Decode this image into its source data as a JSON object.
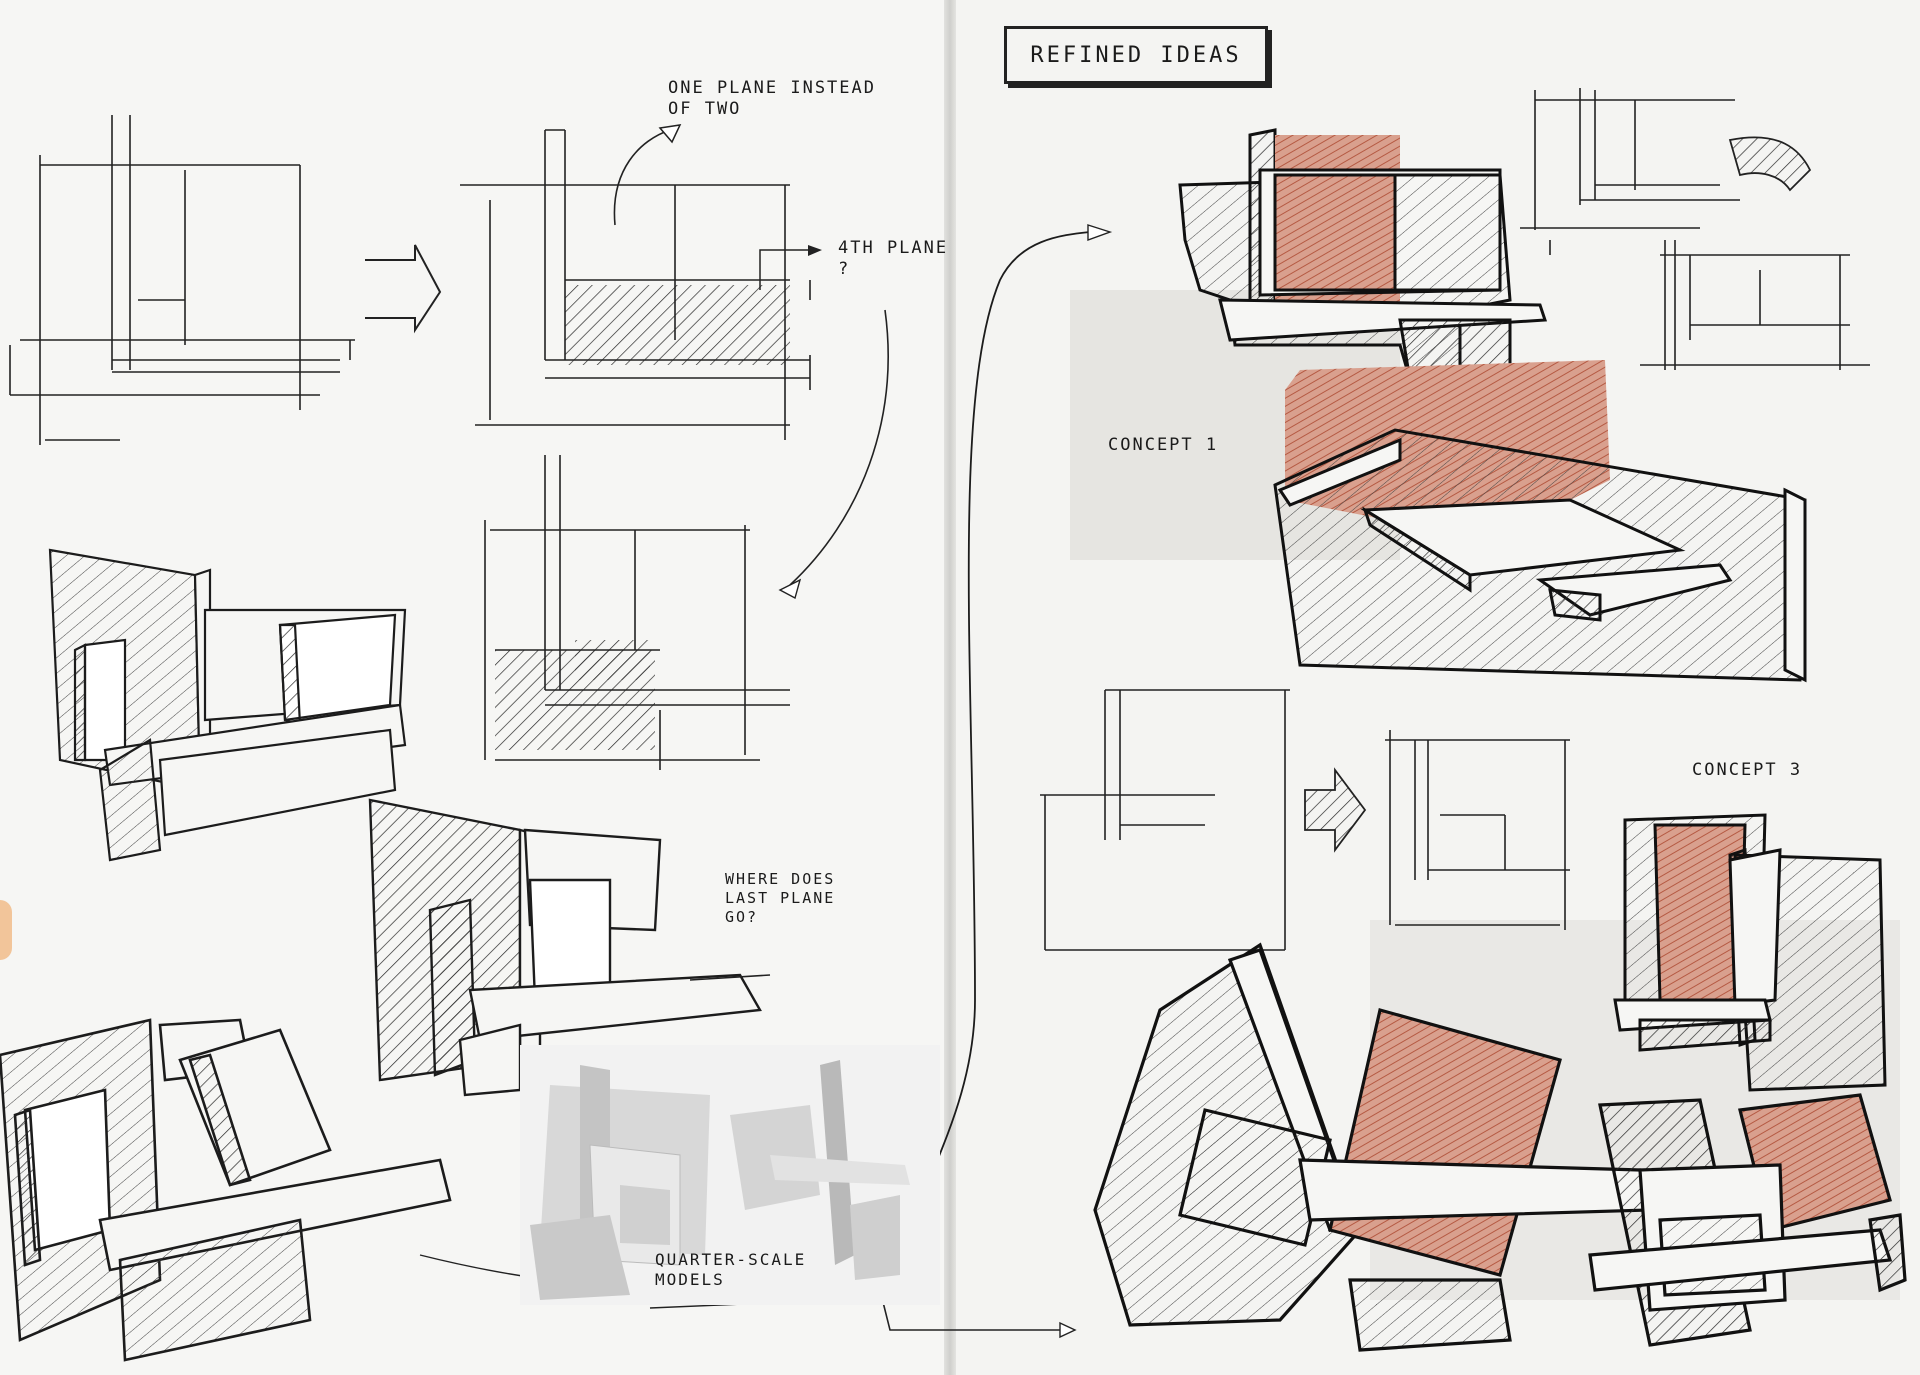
{
  "title": "REFINED IDEAS",
  "notes": {
    "one_plane": "ONE PLANE INSTEAD\nOF TWO",
    "fourth_plane": "4TH PLANE\n?",
    "where_last_plane": "WHERE DOES\nLAST PLANE\nGO?",
    "quarter_scale": "QUARTER-SCALE\nMODELS",
    "concept_1": "CONCEPT 1",
    "concept_3": "CONCEPT 3"
  },
  "colors": {
    "ink": "#1c1c1c",
    "red_pencil": "#b9614a",
    "paper": "#f6f6f4",
    "marker_grey": "#d7d6d2"
  }
}
